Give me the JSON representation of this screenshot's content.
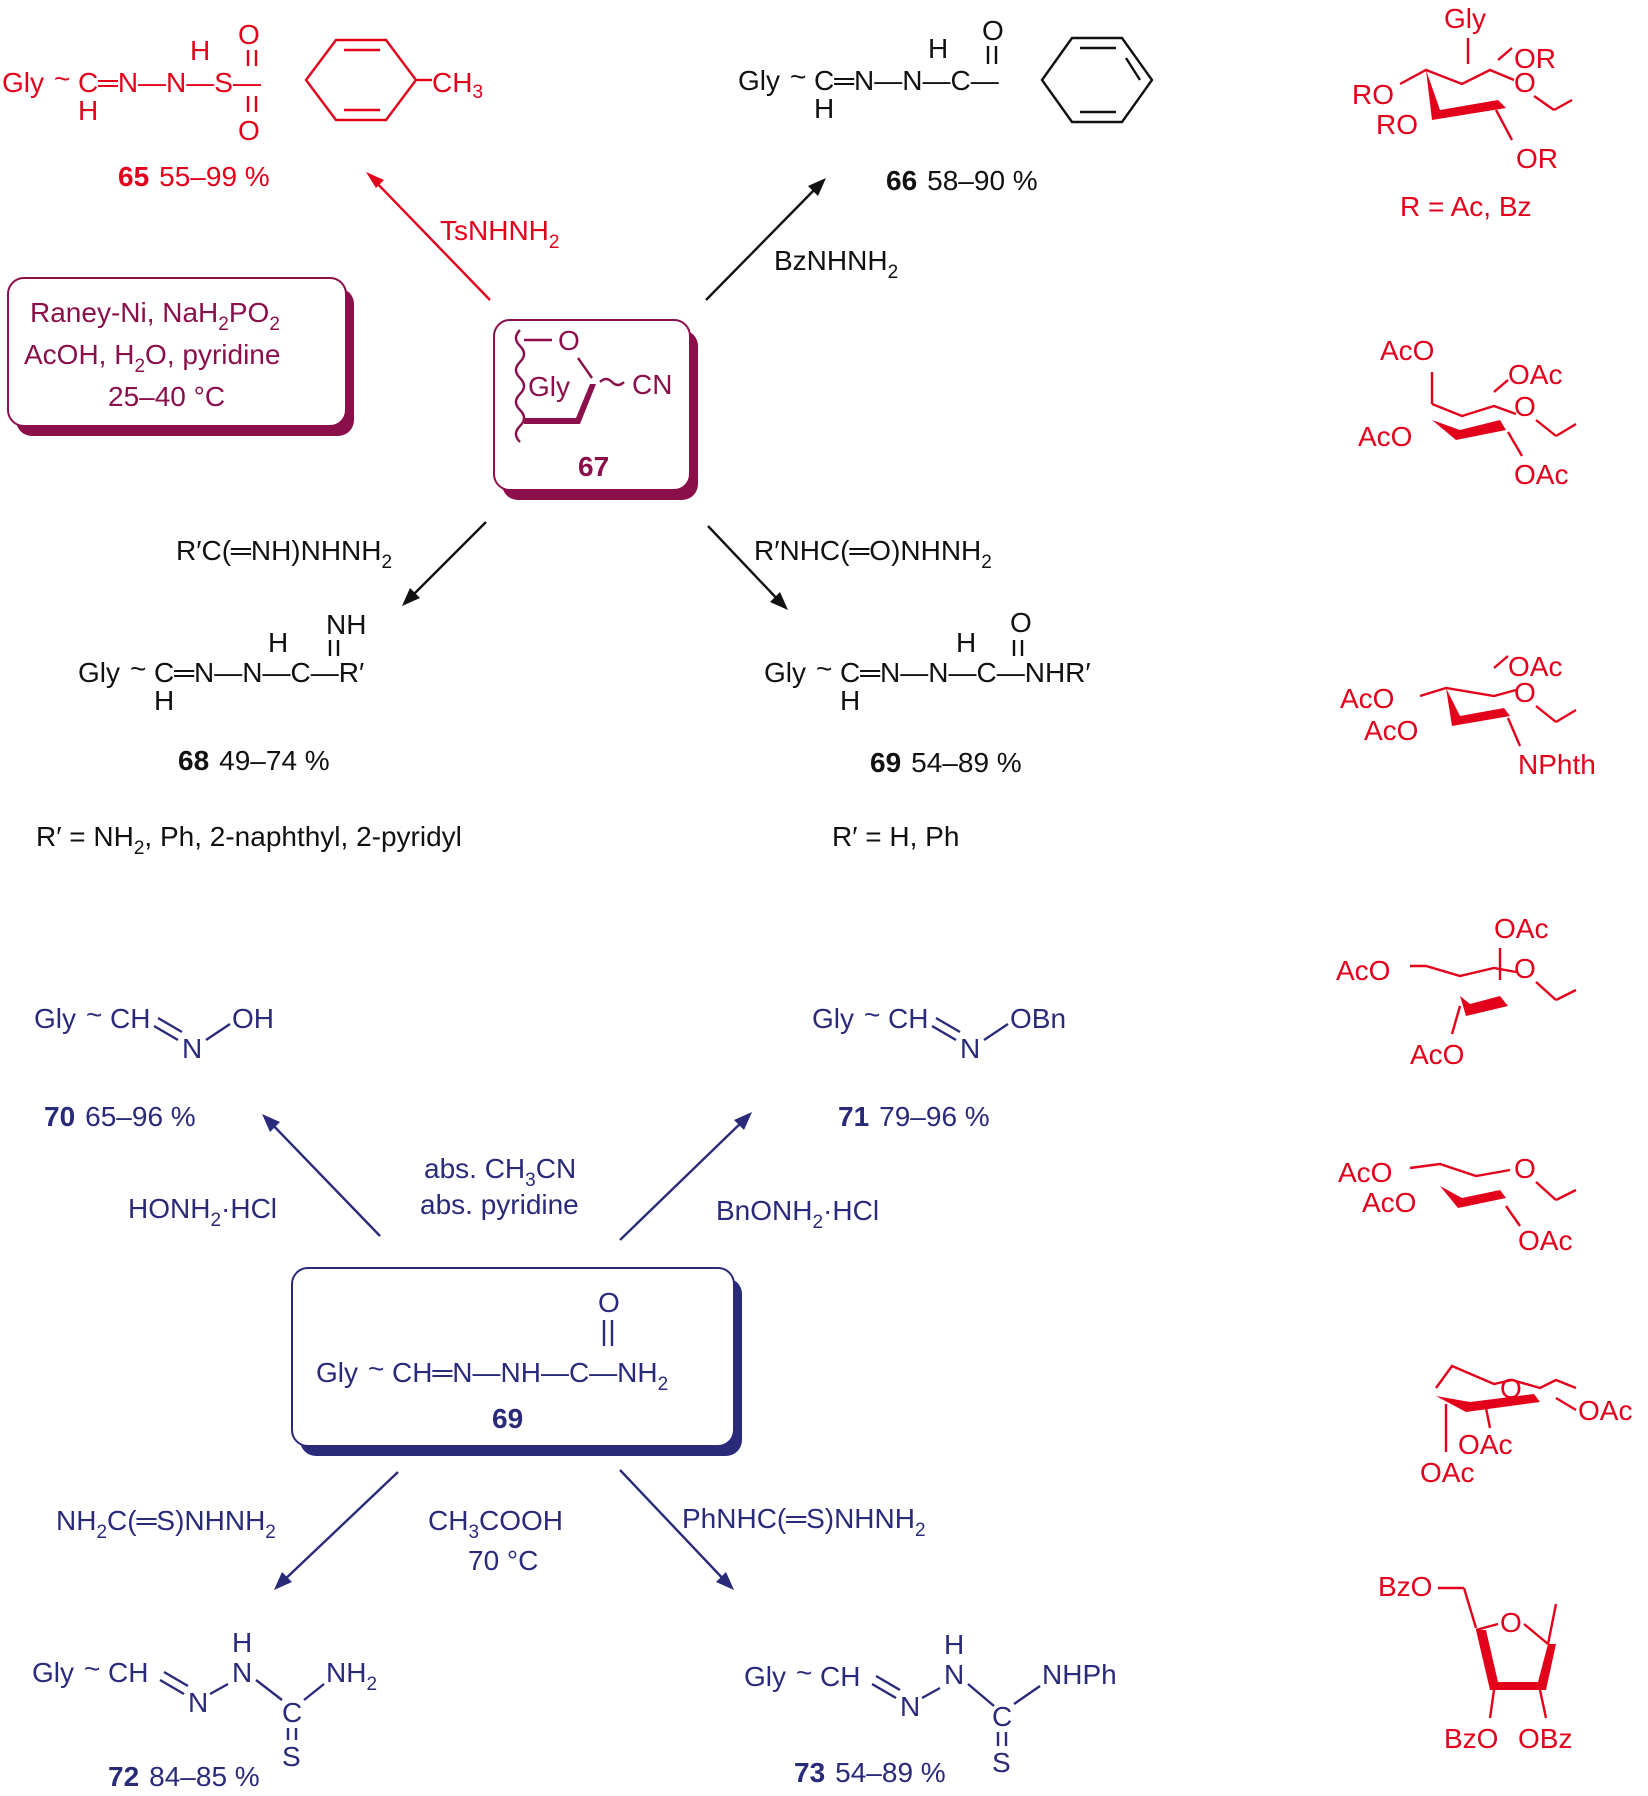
{
  "colors": {
    "red": "#e3001b",
    "black": "#111111",
    "maroon": "#8b0f4b",
    "navy": "#2a2a7a"
  },
  "top": {
    "p65": {
      "gly": "Gly",
      "wave": "~",
      "c": "C",
      "h_ch": "H",
      "eq1": "═N—N—S—",
      "n_h": "H",
      "o_top": "O",
      "o_bot": "O",
      "ch3": "CH",
      "ch3_sub": "3",
      "num": "65",
      "yield": "55–99 %"
    },
    "p66": {
      "gly": "Gly",
      "wave": "~",
      "chain": "C═N—N—C—",
      "h_ch": "H",
      "n_h": "H",
      "o_top": "O",
      "num": "66",
      "yield": "58–90 %"
    },
    "reagent_ts": {
      "main": "TsNHNH",
      "sub": "2"
    },
    "reagent_bz": {
      "main": "BzNHNH",
      "sub": "2"
    },
    "conditions_box": {
      "line1_a": "Raney-Ni, NaH",
      "line1_sub1": "2",
      "line1_b": "PO",
      "line1_sub2": "2",
      "line2_a": "AcOH, H",
      "line2_sub": "2",
      "line2_b": "O, pyridine",
      "line3": "25–40 °C"
    },
    "sm67": {
      "o": "O",
      "gly": "Gly",
      "cn": "CN",
      "num": "67"
    },
    "reagent_amidrazone": {
      "main": "R′C(═NH)NHNH",
      "sub": "2"
    },
    "reagent_semicarbazide": {
      "main": "R′NHC(═O)NHNH",
      "sub": "2"
    },
    "p68": {
      "gly": "Gly",
      "chain": "C═N—N—C—R′",
      "h_ch": "H",
      "n_h": "H",
      "nh_top": "NH",
      "eq": "═",
      "num": "68",
      "yield": "49–74 %",
      "r_note_a": "R′ = NH",
      "r_note_sub": "2",
      "r_note_b": ", Ph, 2-naphthyl, 2-pyridyl"
    },
    "p69": {
      "gly": "Gly",
      "chain": "C═N—N—C—NHR′",
      "h_ch": "H",
      "n_h": "H",
      "o_top": "O",
      "eq": "═",
      "num": "69",
      "yield": "54–89 %",
      "r_note": "R′ = H, Ph"
    }
  },
  "bottom": {
    "p70": {
      "gly": "Gly",
      "ch": "CH",
      "n": "N",
      "oh": "OH",
      "num": "70",
      "yield": "65–96 %"
    },
    "p71": {
      "gly": "Gly",
      "ch": "CH",
      "n": "N",
      "obn": "OBn",
      "num": "71",
      "yield": "79–96 %"
    },
    "solvent": {
      "l1_a": "abs. CH",
      "l1_sub": "3",
      "l1_b": "CN",
      "l2": "abs. pyridine"
    },
    "reagent_hydroxylamine": {
      "main": "HONH",
      "sub": "2",
      "tail": "·HCl"
    },
    "reagent_benzyloxyamine": {
      "main": "BnONH",
      "sub": "2",
      "tail": "·HCl"
    },
    "sm69": {
      "gly": "Gly",
      "chain": "CH═N—NH—C—NH",
      "sub": "2",
      "o_top": "O",
      "eq": "‖",
      "num": "69"
    },
    "reagent_thiosemicarbazide": {
      "main": "NH",
      "sub1": "2",
      "rest": "C(═S)NHNH",
      "sub2": "2"
    },
    "acid": {
      "l1_a": "CH",
      "l1_sub": "3",
      "l1_b": "COOH",
      "l2": "70 °C"
    },
    "reagent_ph_thiosemicarbazide": {
      "main": "PhNHC(═S)NHNH",
      "sub": "2"
    },
    "p72": {
      "gly": "Gly",
      "ch": "CH",
      "n": "N",
      "nh_h": "H",
      "nh_n": "N",
      "c": "C",
      "s": "S",
      "nh2": "NH",
      "nh2_sub": "2",
      "num": "72",
      "yield": "84–85 %"
    },
    "p73": {
      "gly": "Gly",
      "ch": "CH",
      "n": "N",
      "nh_h": "H",
      "nh_n": "N",
      "c": "C",
      "s": "S",
      "nhph": "NHPh",
      "num": "73",
      "yield": "54–89 %"
    }
  },
  "sugars": {
    "s1": {
      "gly": "Gly",
      "or_top": "OR",
      "ro1": "RO",
      "ro2": "RO",
      "o_ring": "O",
      "or_bot": "OR",
      "note": "R = Ac, Bz"
    },
    "s2": {
      "aco_top": "AcO",
      "oac_top": "OAc",
      "o_ring": "O",
      "aco_left": "AcO",
      "oac_bot": "OAc"
    },
    "s3": {
      "oac_top": "OAc",
      "aco1": "AcO",
      "aco2": "AcO",
      "o_ring": "O",
      "nphth": "NPhth"
    },
    "s4": {
      "oac_top": "OAc",
      "aco_left": "AcO",
      "o_ring": "O",
      "aco_bot": "AcO"
    },
    "s5": {
      "aco1": "AcO",
      "aco2": "AcO",
      "o_ring": "O",
      "oac_bot": "OAc"
    },
    "s6": {
      "o_ring": "O",
      "oac_right": "OAc",
      "oac_mid": "OAc",
      "oac_bot": "OAc"
    },
    "s7": {
      "bzo_top": "BzO",
      "o_ring": "O",
      "bzo_bot": "BzO",
      "obz_bot": "OBz"
    }
  }
}
